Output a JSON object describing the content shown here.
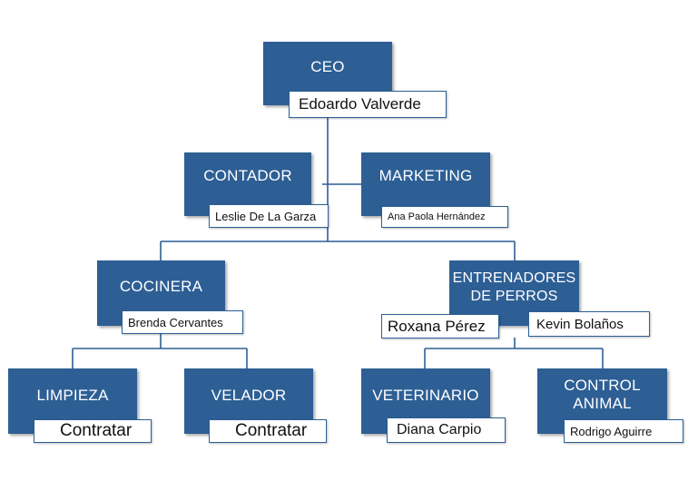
{
  "colors": {
    "box": "#2D5F95",
    "line": "#2D5F95",
    "name_border": "#2D5F95"
  },
  "org": {
    "ceo": {
      "title": "CEO",
      "name": "Edoardo Valverde"
    },
    "contador": {
      "title": "CONTADOR",
      "name": "Leslie De La Garza"
    },
    "marketing": {
      "title": "MARKETING",
      "name": "Ana Paola Hernández"
    },
    "cocinera": {
      "title": "COCINERA",
      "name": "Brenda Cervantes"
    },
    "entrenadores": {
      "title": "ENTRENADORES\nDE PERROS",
      "names": [
        "Roxana Pérez",
        "Kevin Bolaños"
      ]
    },
    "limpieza": {
      "title": "LIMPIEZA",
      "name": "Contratar"
    },
    "velador": {
      "title": "VELADOR",
      "name": "Contratar"
    },
    "veterinario": {
      "title": "VETERINARIO",
      "name": "Diana Carpio"
    },
    "control_animal": {
      "title": "CONTROL\nANIMAL",
      "name": "Rodrigo Aguirre"
    }
  }
}
